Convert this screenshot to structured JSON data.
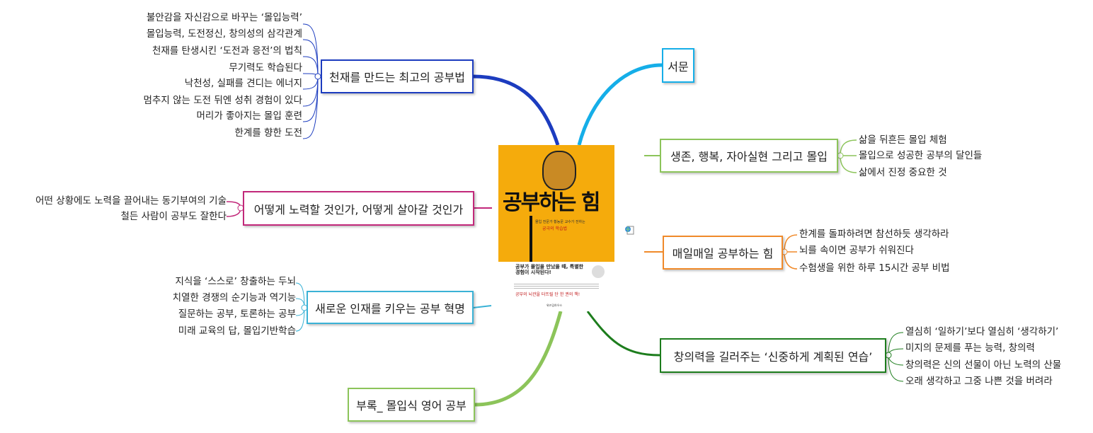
{
  "center": {
    "title": "공부하는 힘",
    "subtitle": "몰입 전문가 황농문 교수가 전하는",
    "subtitle2": "궁극의 학습법",
    "quote": "공부가 몰입을 만났을 때, 특별한 경험이 시작된다!",
    "slogan": "공부의 뇌관을 터뜨릴 단 한 권의 책!",
    "publisher": "위즈덤하우스"
  },
  "colors": {
    "blue": "#1c3cbf",
    "cyan": "#15aee8",
    "lightgreen": "#8cc45a",
    "orange": "#f08a2a",
    "darkgreen": "#1d7d1d",
    "magenta": "#c2287a",
    "teal": "#3ab2d6"
  },
  "branches": [
    {
      "label": "천재를 만드는 최고의 공부법",
      "children": [
        "불안감을 자신감으로 바꾸는 ‘몰입능력’",
        "몰입능력, 도전정신, 창의성의 삼각관계",
        "천재를 탄생시킨 ‘도전과 응전’의 법칙",
        "무기력도 학습된다",
        "낙천성, 실패를 견디는 에너지",
        "멈추지 않는 도전 뒤엔 성취 경험이 있다",
        "머리가 좋아지는 몰입 훈련",
        "한계를 향한 도전"
      ]
    },
    {
      "label": "어떻게 노력할 것인가, 어떻게 살아갈 것인가",
      "children": [
        "어떤 상황에도 노력을 끌어내는 동기부여의 기술",
        "철든 사람이 공부도 잘한다"
      ]
    },
    {
      "label": "새로운 인재를 키우는 공부 혁명",
      "children": [
        "지식을 ‘스스로’ 창출하는 두뇌",
        "치열한 경쟁의 순기능과 역기능",
        "질문하는 공부, 토론하는 공부",
        "미래 교육의 답, 몰입기반학습"
      ]
    },
    {
      "label": "부록_ 몰입식 영어 공부",
      "children": []
    },
    {
      "label": "서문",
      "children": []
    },
    {
      "label": "생존, 행복, 자아실현 그리고 몰입",
      "children": [
        "삶을 뒤흔든 몰입 체험",
        "몰입으로 성공한 공부의 달인들",
        "삶에서 진정 중요한 것"
      ]
    },
    {
      "label": "매일매일 공부하는 힘",
      "children": [
        "한계를 돌파하려면 참선하듯 생각하라",
        "뇌를 속이면 공부가 쉬워진다",
        "수험생을 위한 하루 15시간 공부 비법"
      ]
    },
    {
      "label": "창의력을 길러주는 ‘신중하게 계획된 연습’",
      "children": [
        "열심히 ‘일하기’보다 열심히 ‘생각하기’",
        "미지의 문제를 푸는 능력, 창의력",
        "창의력은 신의 선물이 아닌 노력의 산물",
        "오래 생각하고 그중 나쁜 것을 버려라"
      ]
    }
  ]
}
